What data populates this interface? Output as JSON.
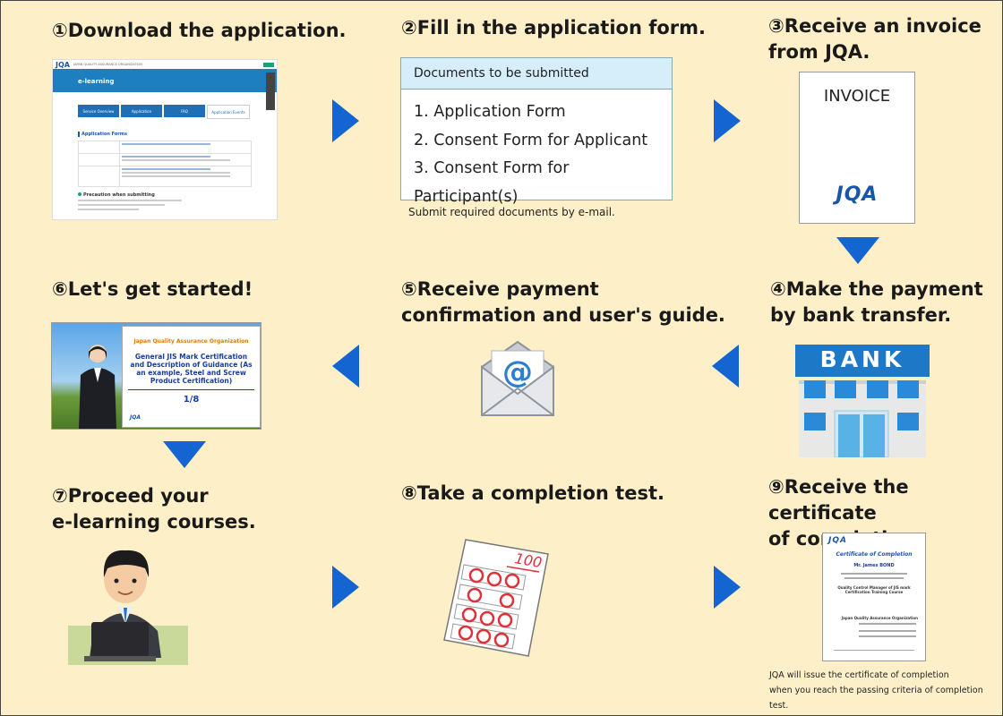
{
  "steps": {
    "s1": "①Download the application.",
    "s2": "②Fill in the application form.",
    "s3": "③Receive an invoice\nfrom JQA.",
    "s4": "④Make the payment\nby bank transfer.",
    "s5": "⑤Receive payment\nconfirmation and user's guide.",
    "s6": "⑥Let's get started!",
    "s7": "⑦Proceed your\ne-learning courses.",
    "s8": "⑧Take a completion test.",
    "s9": "⑨Receive the certificate\n of  completion."
  },
  "website": {
    "logo": "JQA",
    "tagline": "JAPAN QUALITY ASSURANCE ORGANIZATION",
    "band_title": "e-learning",
    "tabs": [
      "Service Overview",
      "Application",
      "FAQ",
      "Application Events"
    ],
    "section": "Application Forms",
    "precaution": "Precaution when submitting"
  },
  "documents": {
    "header": "Documents to be submitted",
    "items": [
      "1. Application Form",
      "2. Consent Form for Applicant",
      "3. Consent Form for Participant(s)"
    ],
    "note": "Submit required documents by e-mail."
  },
  "invoice": {
    "title": "INVOICE",
    "logo": "JQA"
  },
  "bank": {
    "sign": "BANK"
  },
  "slide": {
    "org": "Japan Quality Assurance Organization",
    "title": "General JIS Mark Certification and Description of Guidance (As an example, Steel and Screw Product Certification)",
    "page": "1/8",
    "logo": "JQA"
  },
  "test": {
    "score": "100"
  },
  "certificate": {
    "logo": "JQA",
    "title": "Certificate of Completion",
    "name": "Mr. James BOND",
    "course": "Quality Control Manager of JIS mark Certification Training Course",
    "org": "Japan Quality Assurance Organization"
  },
  "issue_note": [
    "JQA will issue the certificate of completion",
    "when you reach the passing criteria of completion test."
  ],
  "colors": {
    "background": "#fdf0c9",
    "arrow": "#1464d2",
    "header_fill": "#d5eefa"
  }
}
